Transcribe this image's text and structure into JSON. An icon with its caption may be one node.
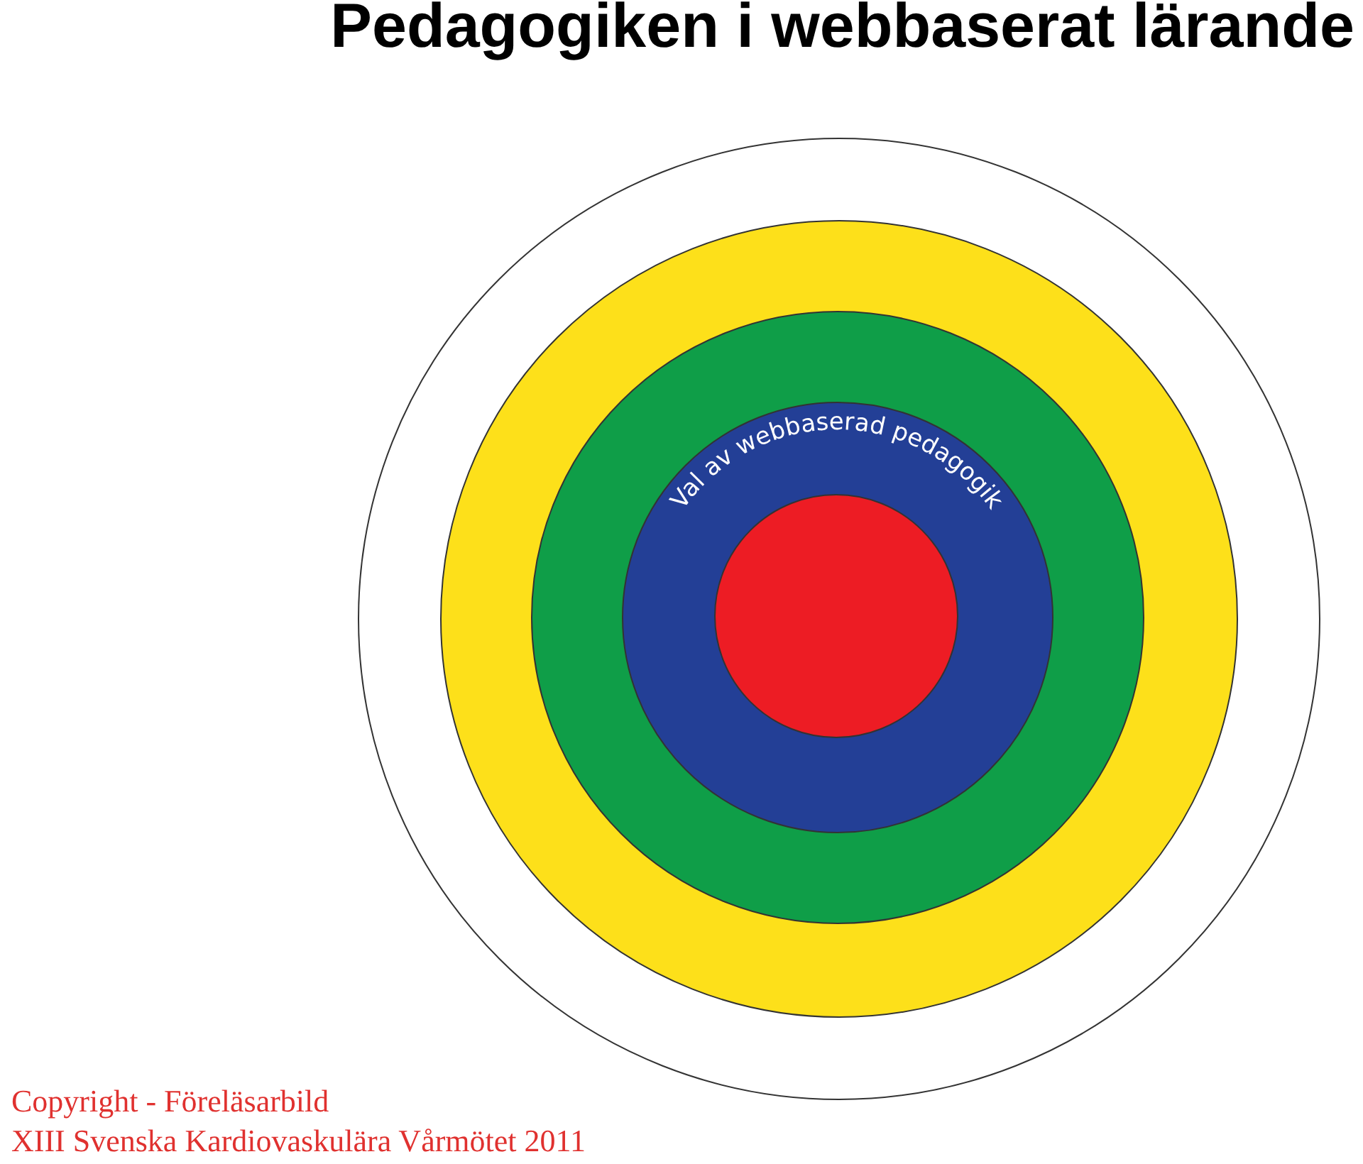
{
  "diagram": {
    "title": "Pedagogiken i webbaserat lärande",
    "nodes": [
      {
        "text": [],
        "shape": "circle"
      },
      {
        "text": [],
        "shape": "circle",
        "in": 0
      },
      {
        "text": [],
        "shape": "circle",
        "in": 1
      },
      {
        "text": [
          "Val av webbaserad pedagogik"
        ],
        "in": 2
      },
      {
        "text": [],
        "shape": "circle",
        "in": 3
      }
    ],
    "labels": [
      "Copyright - Föreläsarbild",
      "XIII Svenska Kardiovaskulära Vårmötet 2011"
    ]
  }
}
